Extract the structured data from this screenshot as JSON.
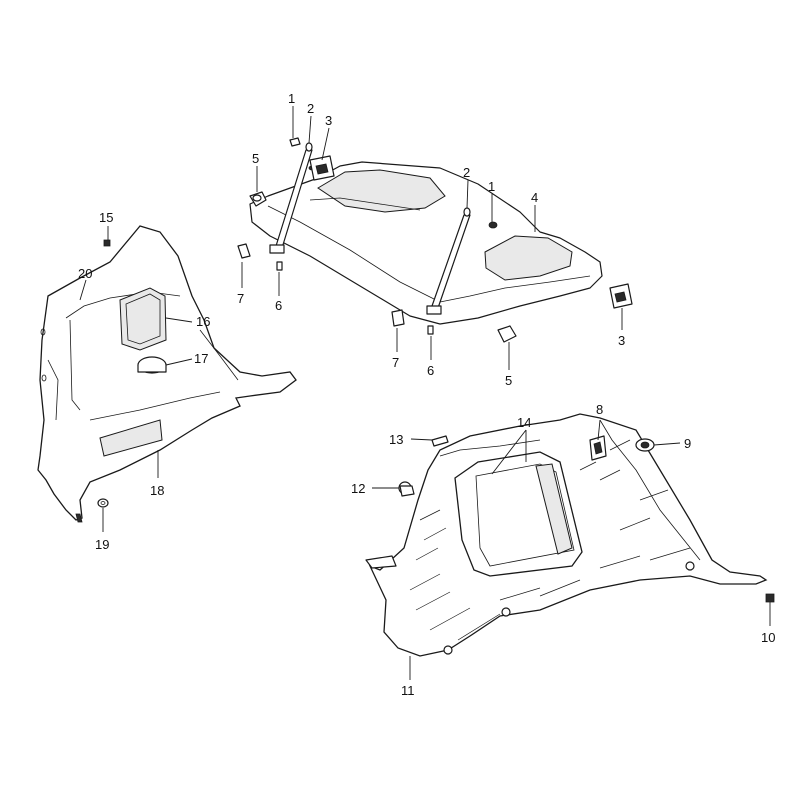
{
  "callouts": {
    "c1a": "1",
    "c2a": "2",
    "c3a": "3",
    "c5a": "5",
    "c2b": "2",
    "c1b": "1",
    "c4": "4",
    "c7a": "7",
    "c6a": "6",
    "c3b": "3",
    "c7b": "7",
    "c6b": "6",
    "c5b": "5",
    "c15": "15",
    "c20": "20",
    "c16": "16",
    "c17": "17",
    "c18": "18",
    "c19": "19",
    "c13": "13",
    "c14": "14",
    "c8": "8",
    "c9": "9",
    "c12": "12",
    "c10": "10",
    "c11": "11"
  }
}
